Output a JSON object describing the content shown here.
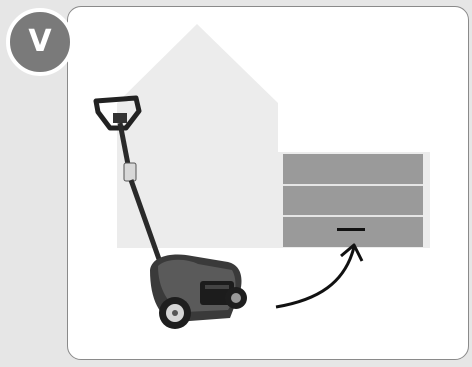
{
  "step": {
    "label": "V"
  },
  "icons": {
    "house": "house-silhouette",
    "garage_door": "garage-door",
    "scarifier": "lawn-scarifier",
    "arrow": "curved-arrow"
  },
  "colors": {
    "background": "#e6e6e6",
    "panel": "#ffffff",
    "badge": "#7a7a7a",
    "house": "#ececec",
    "garage_door": "#9a9a9a",
    "arrow": "#111111"
  }
}
